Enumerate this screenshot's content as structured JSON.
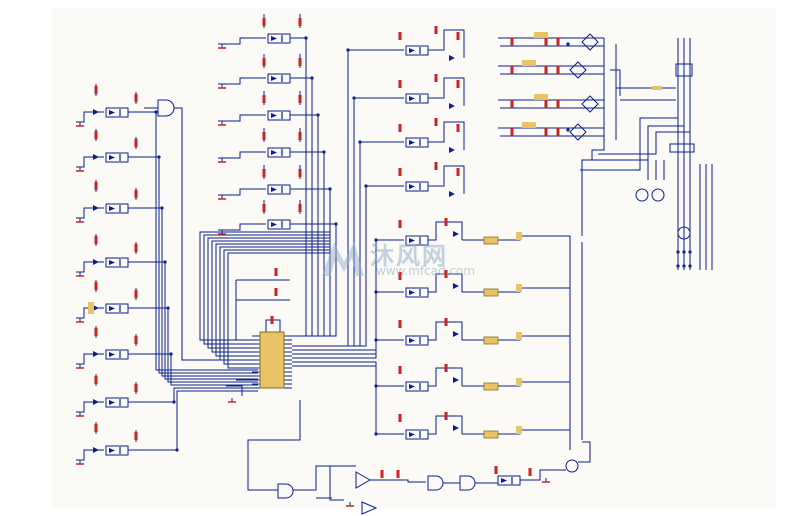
{
  "schematic": {
    "colors": {
      "background": "#ffffff",
      "sheet": "#fbfaf6",
      "wire": "#0b1f8a",
      "junction": "#0b1f8a",
      "resistor": "#cc2222",
      "component": "#e8c466"
    }
  },
  "watermark": {
    "logo_name": "mfcad-logo",
    "text": "沐风网",
    "url": "www.mfcad.com"
  }
}
